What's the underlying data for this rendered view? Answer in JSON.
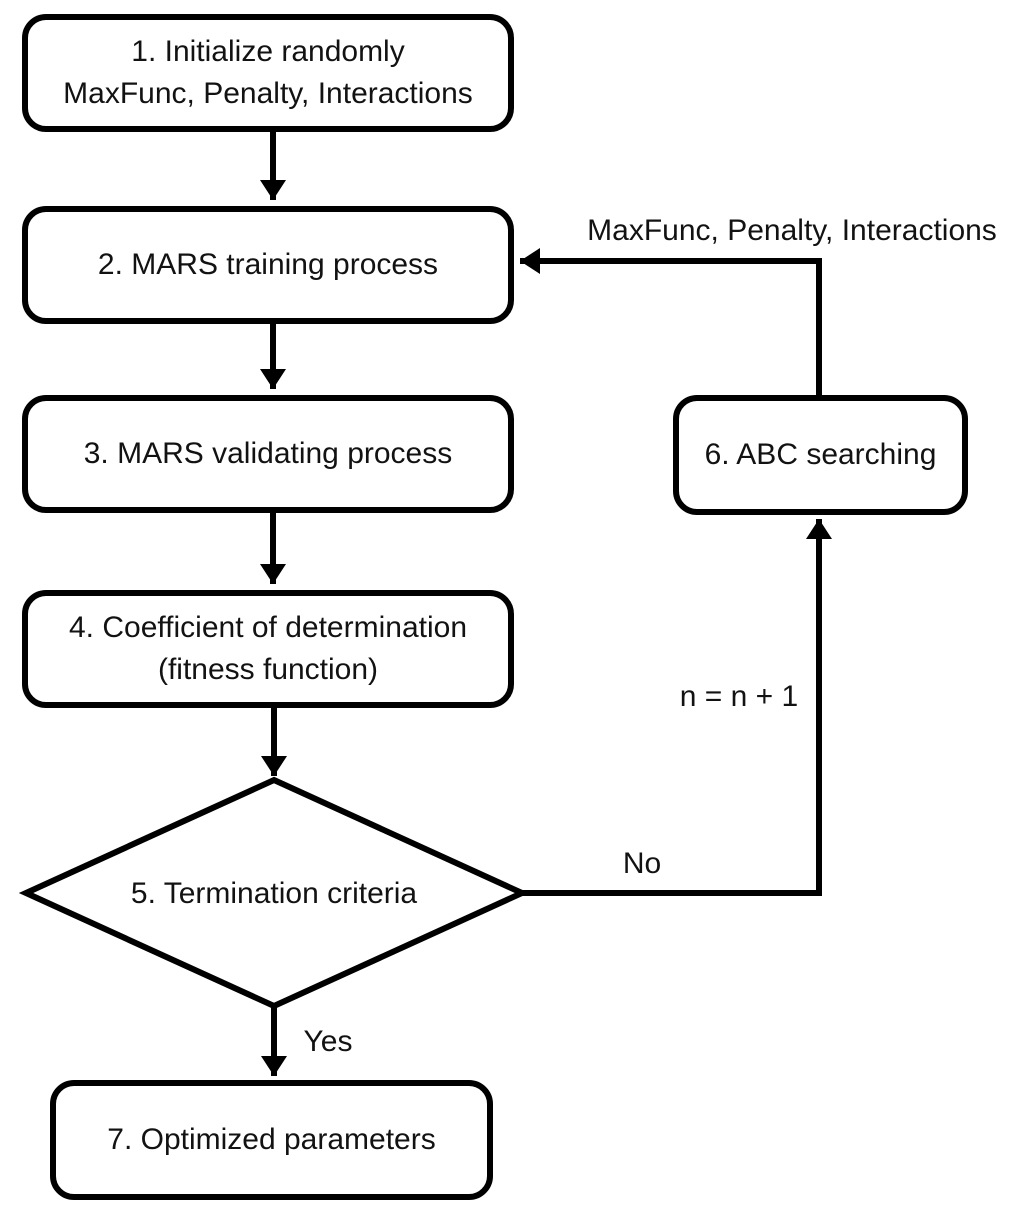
{
  "diagram": {
    "background_color": "#ffffff",
    "stroke_color": "#000000",
    "nodes": {
      "step1": {
        "line1": "1. Initialize randomly",
        "line2": "MaxFunc, Penalty, Interactions"
      },
      "step2": {
        "label": "2. MARS training process"
      },
      "step3": {
        "label": "3. MARS validating process"
      },
      "step4": {
        "line1": "4. Coefficient of determination",
        "line2": "(fitness function)"
      },
      "step5": {
        "label": "5. Termination criteria"
      },
      "step6": {
        "label": "6. ABC searching"
      },
      "step7": {
        "label": "7. Optimized parameters"
      }
    },
    "edges": [
      {
        "from": "step1",
        "to": "step2",
        "label": ""
      },
      {
        "from": "step2",
        "to": "step3",
        "label": ""
      },
      {
        "from": "step3",
        "to": "step4",
        "label": ""
      },
      {
        "from": "step4",
        "to": "step5",
        "label": ""
      },
      {
        "from": "step5",
        "to": "step7",
        "label": "Yes"
      },
      {
        "from": "step5",
        "to": "step6",
        "label": "No",
        "annotation": "n = n + 1"
      },
      {
        "from": "step6",
        "to": "step2",
        "label": "MaxFunc, Penalty, Interactions"
      }
    ]
  }
}
